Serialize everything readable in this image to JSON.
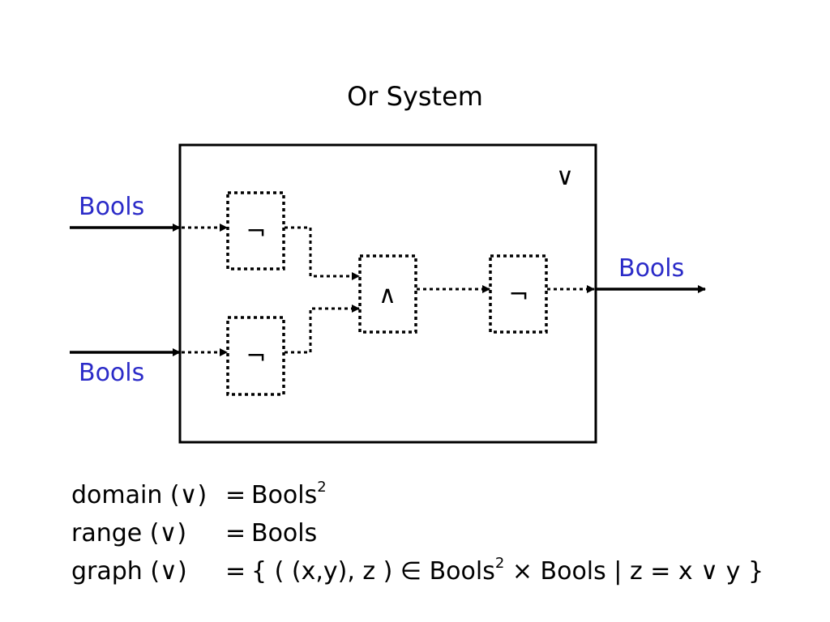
{
  "title": "Or System",
  "system": {
    "symbol": "∨",
    "inputs": [
      "Bools",
      "Bools"
    ],
    "output": "Bools"
  },
  "blocks": {
    "not_top": "¬",
    "not_bottom": "¬",
    "and": "∧",
    "not_out": "¬"
  },
  "definitions": {
    "domain": {
      "lhs": "domain (∨)",
      "eq": "=",
      "rhs": "Bools",
      "sup": "2"
    },
    "range": {
      "lhs": "range (∨)",
      "eq": "=",
      "rhs": "Bools"
    },
    "graph": {
      "lhs": "graph (∨)",
      "eq": "=",
      "rhs_a": "{ ( (x,y), z ) ∈ Bools",
      "sup": "2",
      "rhs_b": " × Bools | z = x ∨ y }"
    }
  }
}
